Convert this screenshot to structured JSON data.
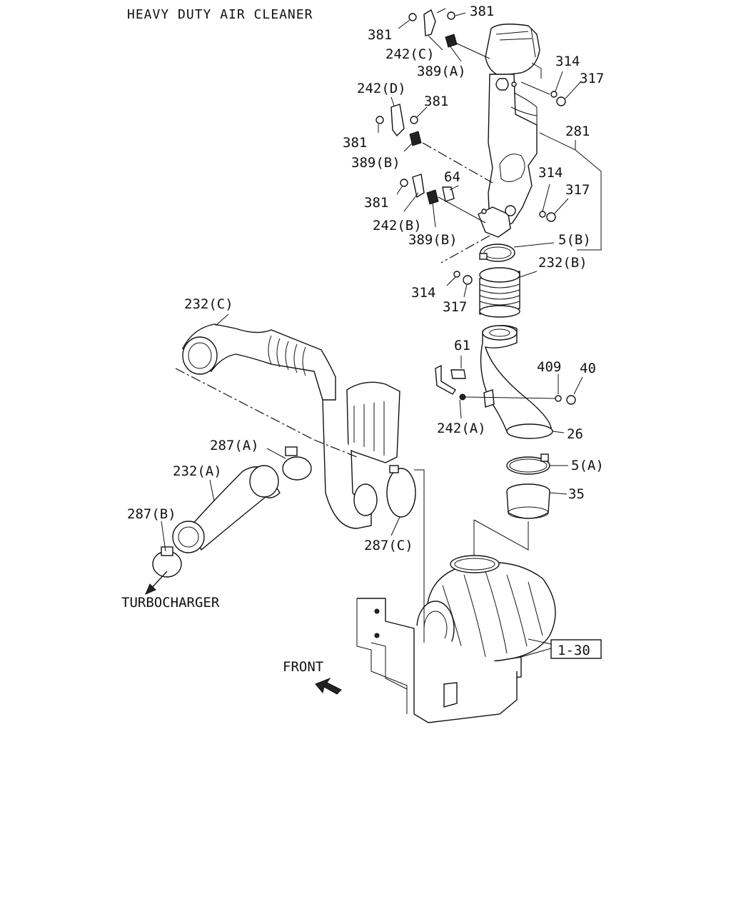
{
  "title": "HEAVY DUTY AIR CLEANER",
  "labels": {
    "l381_top_left": "381",
    "l381_top_right": "381",
    "l242c": "242(C)",
    "l389a": "389(A)",
    "l314_top": "314",
    "l317_top": "317",
    "l242d": "242(D)",
    "l381_mid_a": "381",
    "l381_mid_b": "381",
    "l389b_upper": "389(B)",
    "l281": "281",
    "l314_mid": "314",
    "l64": "64",
    "l317_mid": "317",
    "l381_lower": "381",
    "l242b": "242(B)",
    "l389b_lower": "389(B)",
    "l5b": "5(B)",
    "l232b": "232(B)",
    "l314_low": "314",
    "l317_low": "317",
    "l232c": "232(C)",
    "l61": "61",
    "l409": "409",
    "l40": "40",
    "l242a": "242(A)",
    "l26": "26",
    "l287a": "287(A)",
    "l232a": "232(A)",
    "l5a": "5(A)",
    "l35": "35",
    "l287b": "287(B)",
    "l287c": "287(C)",
    "turbocharger": "TURBOCHARGER",
    "front": "FRONT",
    "ref": "1-30"
  }
}
